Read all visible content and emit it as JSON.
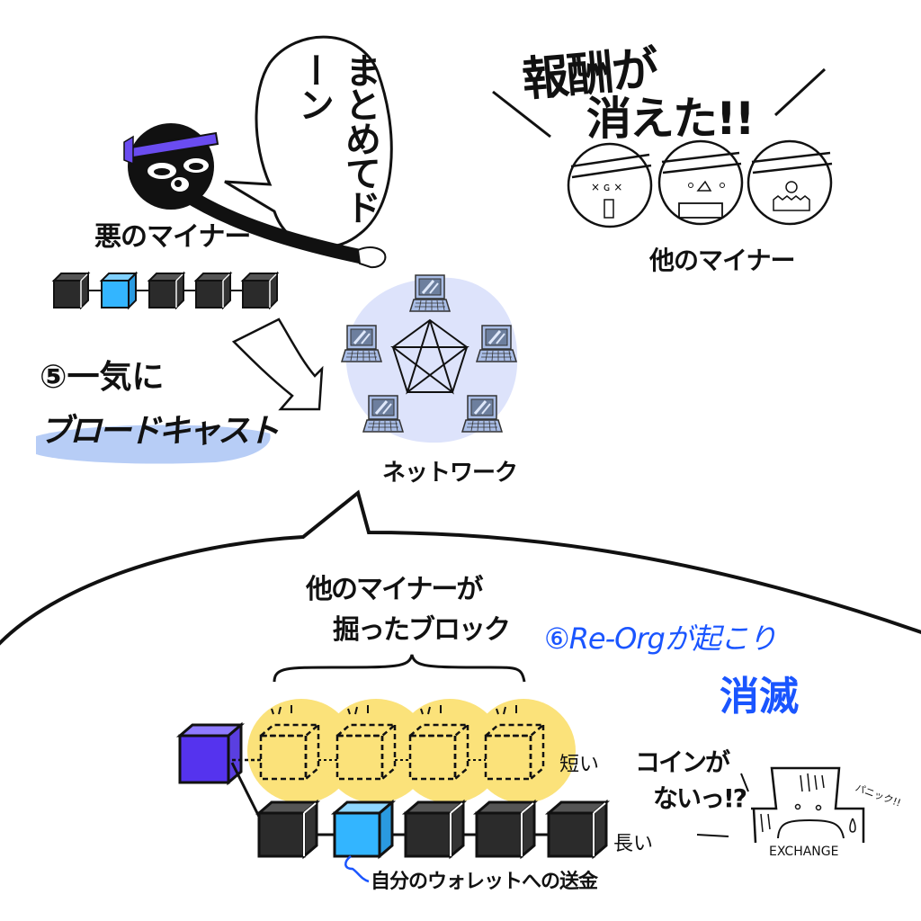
{
  "colors": {
    "ink": "#111111",
    "dark_block": "#2b2b2b",
    "highlight_block": "#33b5ff",
    "attacker_block": "#5533ee",
    "headband": "#6a4cf0",
    "network_bg": "#dde3fb",
    "laptop": "#a9bde6",
    "broadcast_highlight": "#aac4f5",
    "orphan_glow": "#fbe27a",
    "blue_text": "#1a55ff"
  },
  "evil_miner": {
    "speech": "まとめてドーン",
    "label": "悪のマイナー",
    "chain": [
      {
        "type": "dark"
      },
      {
        "type": "highlight"
      },
      {
        "type": "dark"
      },
      {
        "type": "dark"
      },
      {
        "type": "dark"
      }
    ]
  },
  "other_miners": {
    "shout_line1": "報酬が",
    "shout_line2": "消えた!!",
    "label": "他のマイナー",
    "faces": [
      {
        "expression": "dizzy"
      },
      {
        "expression": "shocked"
      },
      {
        "expression": "crying"
      }
    ]
  },
  "step5": {
    "number": "⑤",
    "line1": "一気に",
    "line2": "ブロードキャスト"
  },
  "network": {
    "label": "ネットワーク",
    "node_count": 5
  },
  "reorg_panel": {
    "orphan_label_line1": "他のマイナーが",
    "orphan_label_line2": "掘ったブロック",
    "step6_number": "⑥",
    "step6_text": "Re-Orgが起こり",
    "vanish": "消滅",
    "short_label": "短い",
    "long_label": "長い",
    "wallet_label": "自分のウォレットへの送金",
    "orphan_blocks": 4,
    "long_chain": [
      {
        "type": "dark"
      },
      {
        "type": "highlight"
      },
      {
        "type": "dark"
      },
      {
        "type": "dark"
      },
      {
        "type": "dark"
      }
    ],
    "exchange_shout_line1": "コインが",
    "exchange_shout_line2": "ないっ!?",
    "exchange_label": "EXCHANGE",
    "panic": "パニック!!"
  }
}
